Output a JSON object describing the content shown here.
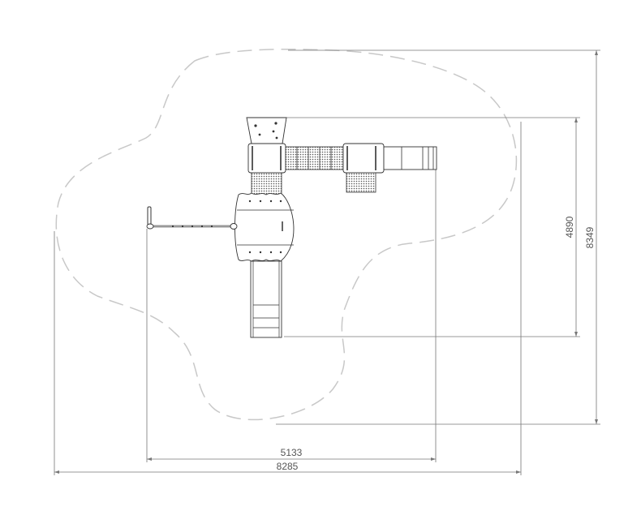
{
  "drawing": {
    "title": "Playground equipment plan view",
    "dimensions": {
      "equipment_width": "5133",
      "safety_zone_width": "8285",
      "equipment_depth": "4890",
      "safety_zone_depth": "8349"
    }
  }
}
